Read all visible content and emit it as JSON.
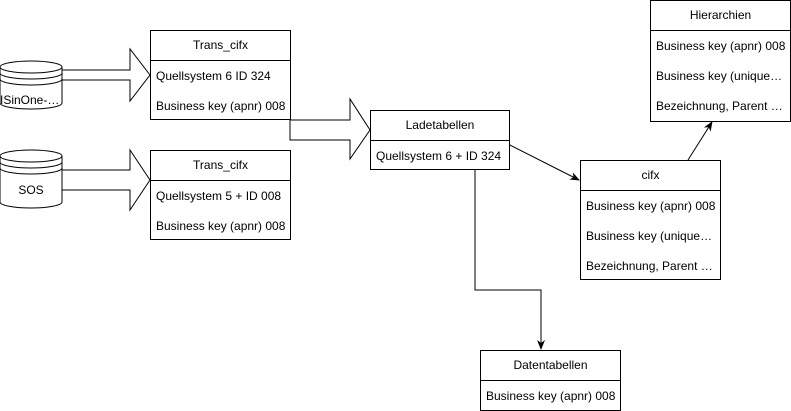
{
  "databases": [
    {
      "id": "db1",
      "label": "ISinOne-S..."
    },
    {
      "id": "db2",
      "label": "SOS"
    }
  ],
  "entities": {
    "trans1": {
      "title": "Trans_cifx",
      "rows": [
        "Quellsystem 6 ID 324",
        "Business key (apnr) 008"
      ]
    },
    "trans2": {
      "title": "Trans_cifx",
      "rows": [
        "Quellsystem 5 + ID 008",
        "Business key (apnr) 008"
      ]
    },
    "lade": {
      "title": "Ladetabellen",
      "rows": [
        "Quellsystem 6 + ID 324"
      ]
    },
    "cifx": {
      "title": "cifx",
      "rows": [
        "Business key (apnr) 008",
        "Business key (uniquena...",
        "Bezeichnung, Parent et..."
      ]
    },
    "hier": {
      "title": "Hierarchien",
      "rows": [
        "Business key (apnr) 008",
        "Business key (uniquena...",
        "Bezeichnung, Parent et..."
      ]
    },
    "daten": {
      "title": "Datentabellen",
      "rows": [
        "Business key (apnr) 008"
      ]
    }
  },
  "colors": {
    "stroke": "#000000",
    "fill": "#ffffff"
  }
}
